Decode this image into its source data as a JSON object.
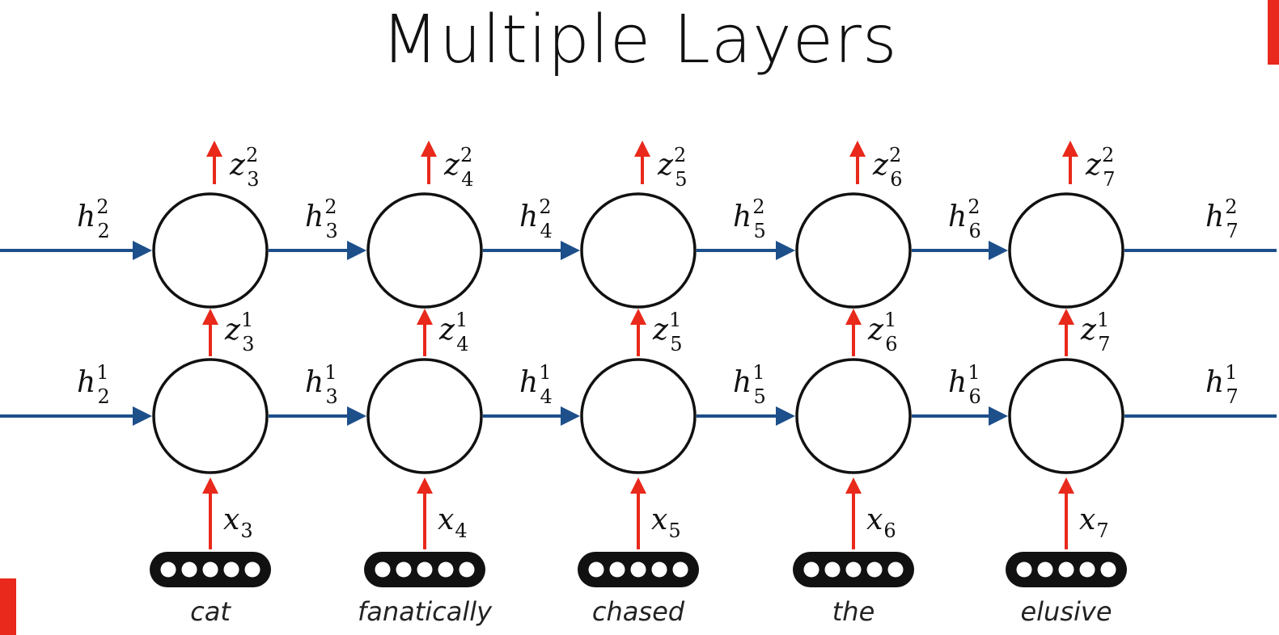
{
  "title": "Multiple Layers",
  "colors": {
    "recurrent_arrow": "#1d4f8a",
    "vertical_arrow": "#e8291b",
    "accent": "#e8291b",
    "node_stroke": "#111111"
  },
  "columns": [
    {
      "word": "cat",
      "x": "x",
      "x_sub": "3",
      "z1": "z",
      "z1_sub": "3",
      "z1_sup": "1",
      "z2": "z",
      "z2_sub": "3",
      "z2_sup": "2"
    },
    {
      "word": "fanatically",
      "x": "x",
      "x_sub": "4",
      "z1": "z",
      "z1_sub": "4",
      "z1_sup": "1",
      "z2": "z",
      "z2_sub": "4",
      "z2_sup": "2"
    },
    {
      "word": "chased",
      "x": "x",
      "x_sub": "5",
      "z1": "z",
      "z1_sub": "5",
      "z1_sup": "1",
      "z2": "z",
      "z2_sub": "5",
      "z2_sup": "2"
    },
    {
      "word": "the",
      "x": "x",
      "x_sub": "6",
      "z1": "z",
      "z1_sub": "6",
      "z1_sup": "1",
      "z2": "z",
      "z2_sub": "6",
      "z2_sup": "2"
    },
    {
      "word": "elusive",
      "x": "x",
      "x_sub": "7",
      "z1": "z",
      "z1_sub": "7",
      "z1_sup": "1",
      "z2": "z",
      "z2_sub": "7",
      "z2_sup": "2"
    }
  ],
  "hidden_layer2": [
    {
      "base": "h",
      "sub": "2",
      "sup": "2"
    },
    {
      "base": "h",
      "sub": "3",
      "sup": "2"
    },
    {
      "base": "h",
      "sub": "4",
      "sup": "2"
    },
    {
      "base": "h",
      "sub": "5",
      "sup": "2"
    },
    {
      "base": "h",
      "sub": "6",
      "sup": "2"
    },
    {
      "base": "h",
      "sub": "7",
      "sup": "2"
    }
  ],
  "hidden_layer1": [
    {
      "base": "h",
      "sub": "2",
      "sup": "1"
    },
    {
      "base": "h",
      "sub": "3",
      "sup": "1"
    },
    {
      "base": "h",
      "sub": "4",
      "sup": "1"
    },
    {
      "base": "h",
      "sub": "5",
      "sup": "1"
    },
    {
      "base": "h",
      "sub": "6",
      "sup": "1"
    },
    {
      "base": "h",
      "sub": "7",
      "sup": "1"
    }
  ]
}
